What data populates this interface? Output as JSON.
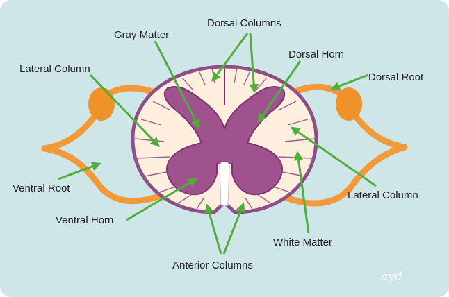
{
  "diagram": {
    "labels": {
      "gray_matter": "Gray Matter",
      "dorsal_columns": "Dorsal Columns",
      "dorsal_horn": "Dorsal Horn",
      "dorsal_root": "Dorsal Root",
      "lateral_column_left": "Lateral Column",
      "lateral_column_right": "Lateral Column",
      "ventral_root": "Ventral Root",
      "ventral_horn": "Ventral Horn",
      "white_matter": "White Matter",
      "anterior_columns": "Anterior Columns"
    },
    "signature": "ayd"
  },
  "colors": {
    "background": "#cfe6e8",
    "white_matter_fill": "#fdeedd",
    "white_matter_outline": "#8e4f86",
    "gray_matter_fill": "#a0528f",
    "gray_matter_dark": "#7c356f",
    "nerve_root": "#f29a3a",
    "ganglion": "#f0922a",
    "arrow": "#4fae3c"
  }
}
